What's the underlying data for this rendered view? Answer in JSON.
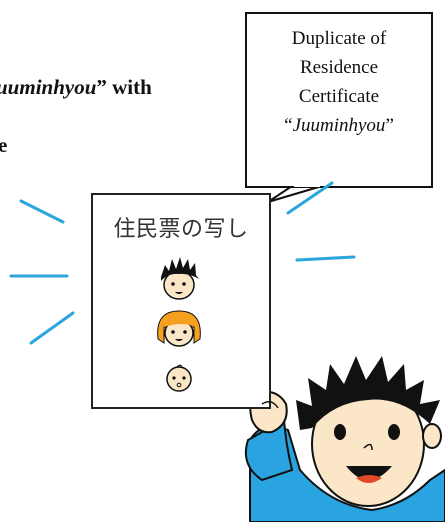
{
  "heading": {
    "line1_italic": "uuminhyou",
    "line1_rest": "” with",
    "line2": "e"
  },
  "callout": {
    "line1": "Duplicate of",
    "line2": "Residence",
    "line3": "Certificate",
    "line4_open": "“",
    "line4_italic": "Juuminhyou",
    "line4_close": "”"
  },
  "document": {
    "title": "住民票の写し"
  },
  "colors": {
    "hair_black": "#111111",
    "hair_orange": "#f5a020",
    "skin": "#fbe6c8",
    "shirt_blue": "#2aa4e0",
    "accent_lines": "#29a6dc"
  }
}
